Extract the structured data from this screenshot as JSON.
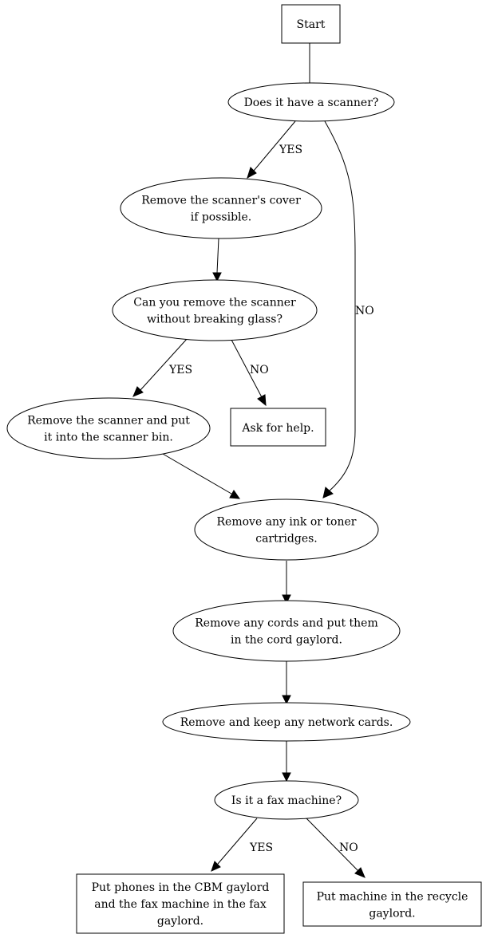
{
  "nodes": {
    "start": [
      "Start"
    ],
    "has_scanner": [
      "Does it have a scanner?"
    ],
    "remove_cover": [
      "Remove the scanner's cover",
      "if possible."
    ],
    "can_remove": [
      "Can you remove the scanner",
      "without breaking glass?"
    ],
    "remove_scanner": [
      "Remove the scanner and put",
      "it into the scanner bin."
    ],
    "ask_help": [
      "Ask for help."
    ],
    "remove_ink": [
      "Remove any ink or toner",
      "cartridges."
    ],
    "remove_cords": [
      "Remove any cords and put them",
      "in the cord gaylord."
    ],
    "network_cards": [
      "Remove and keep any network cards."
    ],
    "is_fax": [
      "Is it a fax machine?"
    ],
    "fax_yes": [
      "Put phones in the CBM gaylord",
      "and the fax machine in the fax",
      "gaylord."
    ],
    "fax_no": [
      "Put machine in the recycle",
      "gaylord."
    ]
  },
  "edge_labels": {
    "scanner_yes": "YES",
    "scanner_no": "NO",
    "remove_yes": "YES",
    "remove_no": "NO",
    "fax_yes": "YES",
    "fax_no": "NO"
  }
}
